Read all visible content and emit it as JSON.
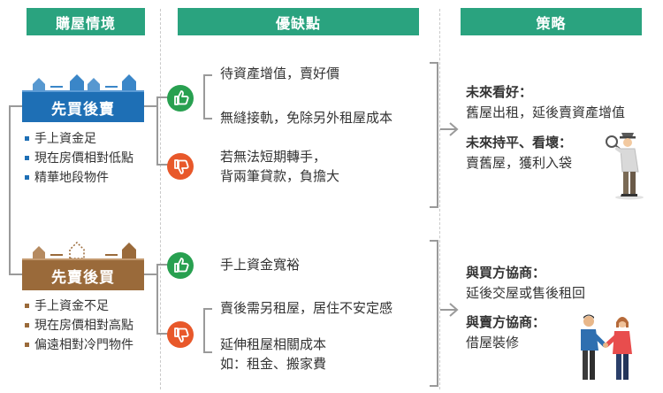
{
  "headers": {
    "situation": "購屋情境",
    "pros_cons": "優缺點",
    "strategy": "策略"
  },
  "colors": {
    "header_green": "#2aa37f",
    "buy_first_blue": "#1e6fb5",
    "sell_first_brown": "#9a6a3a",
    "pro_green": "#28a050",
    "con_orange": "#e8582a",
    "bracket_gray": "#9a9a9a"
  },
  "scenarios": [
    {
      "title": "先買後賣",
      "bullets": [
        "手上資金足",
        "現在房價相對低點",
        "精華地段物件"
      ],
      "pros": [
        "待資產增值，賣好價",
        "無縫接軌，免除另外租屋成本"
      ],
      "cons": [
        "若無法短期轉手，",
        "背兩筆貸款，負擔大"
      ],
      "strategies": [
        {
          "heading": "未來看好：",
          "text": "舊屋出租，延後賣資產增值"
        },
        {
          "heading": "未來持平、看壞：",
          "text": "賣舊屋，獲利入袋"
        }
      ]
    },
    {
      "title": "先賣後買",
      "bullets": [
        "手上資金不足",
        "現在房價相對高點",
        "偏遠相對冷門物件"
      ],
      "pros": [
        "手上資金寬裕"
      ],
      "cons": [
        "賣後需另租屋，居住不安定感",
        "延伸租屋相關成本",
        "如：租金、搬家費"
      ],
      "strategies": [
        {
          "heading": "與買方協商：",
          "text": "延後交屋或售後租回"
        },
        {
          "heading": "與賣方協商：",
          "text": "借屋裝修"
        }
      ]
    }
  ],
  "icons": [
    "house-row-icon",
    "thumbs-up-icon",
    "thumbs-down-icon",
    "arrow-right-icon",
    "detective-icon",
    "handshake-icon"
  ]
}
